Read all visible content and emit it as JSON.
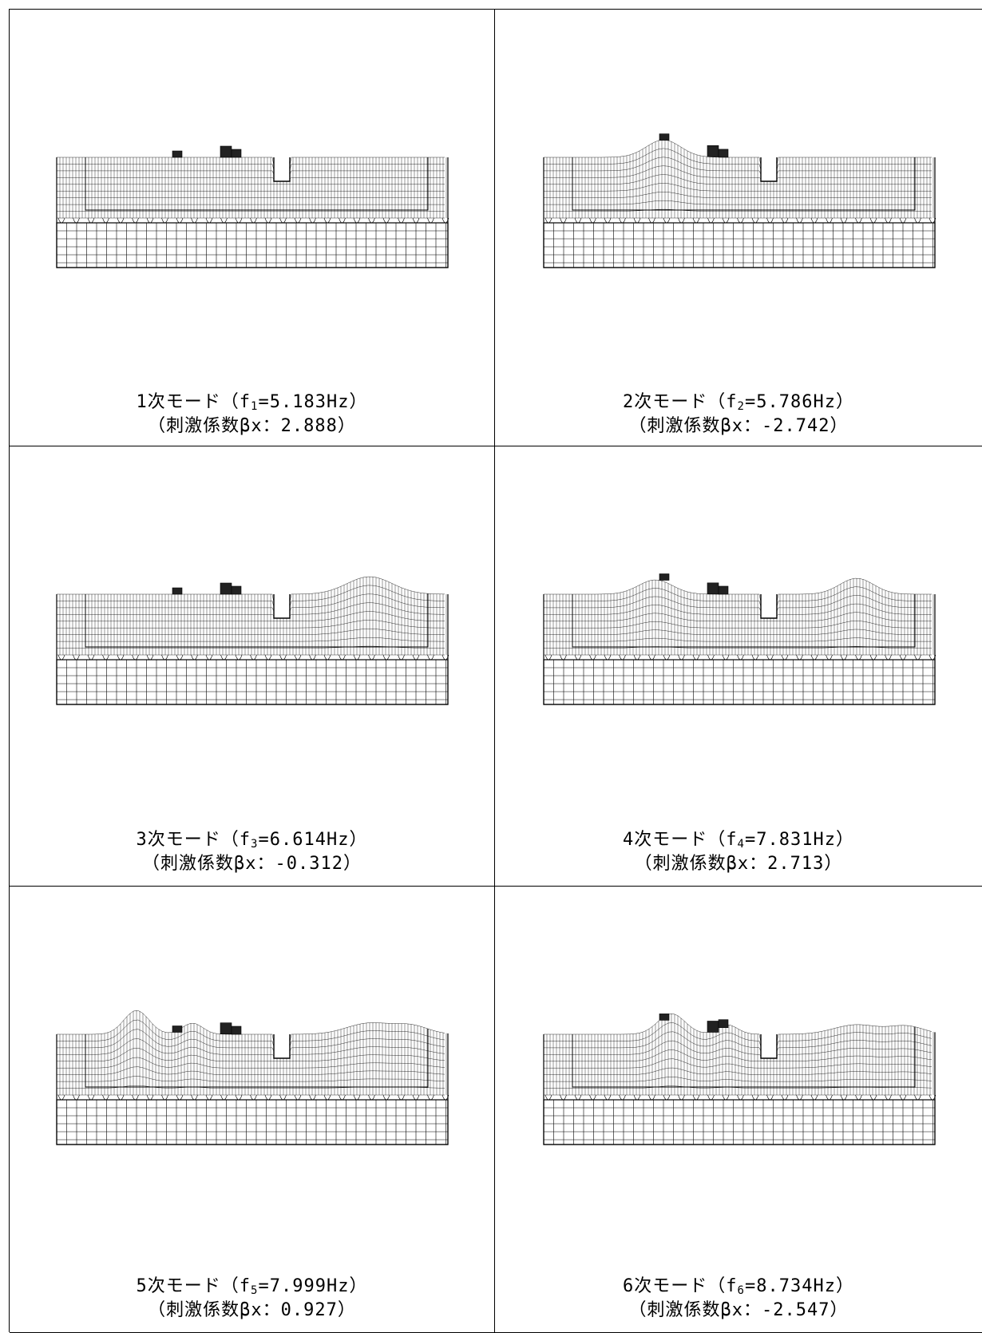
{
  "modes": [
    {
      "order_label": "1次モード",
      "freq_symbol": "f",
      "freq_sub": "1",
      "freq_value": "=5.183Hz",
      "coef_text": "（刺激係数βx：2.888）",
      "shape": "fund"
    },
    {
      "order_label": "2次モード",
      "freq_symbol": "f",
      "freq_sub": "2",
      "freq_value": "=5.786Hz",
      "coef_text": "（刺激係数βx：-2.742）",
      "shape": "left"
    },
    {
      "order_label": "3次モード",
      "freq_symbol": "f",
      "freq_sub": "3",
      "freq_value": "=6.614Hz",
      "coef_text": "（刺激係数βx：-0.312）",
      "shape": "right"
    },
    {
      "order_label": "4次モード",
      "freq_symbol": "f",
      "freq_sub": "4",
      "freq_value": "=7.831Hz",
      "coef_text": "（刺激係数βx：2.713）",
      "shape": "both"
    },
    {
      "order_label": "5次モード",
      "freq_symbol": "f",
      "freq_sub": "5",
      "freq_value": "=7.999Hz",
      "coef_text": "（刺激係数βx：0.927）",
      "shape": "high"
    },
    {
      "order_label": "6次モード",
      "freq_symbol": "f",
      "freq_sub": "6",
      "freq_value": "=8.734Hz",
      "coef_text": "（刺激係数βx：-2.547）",
      "shape": "high2"
    }
  ],
  "colors": {
    "line": "#000000",
    "background": "#ffffff"
  }
}
